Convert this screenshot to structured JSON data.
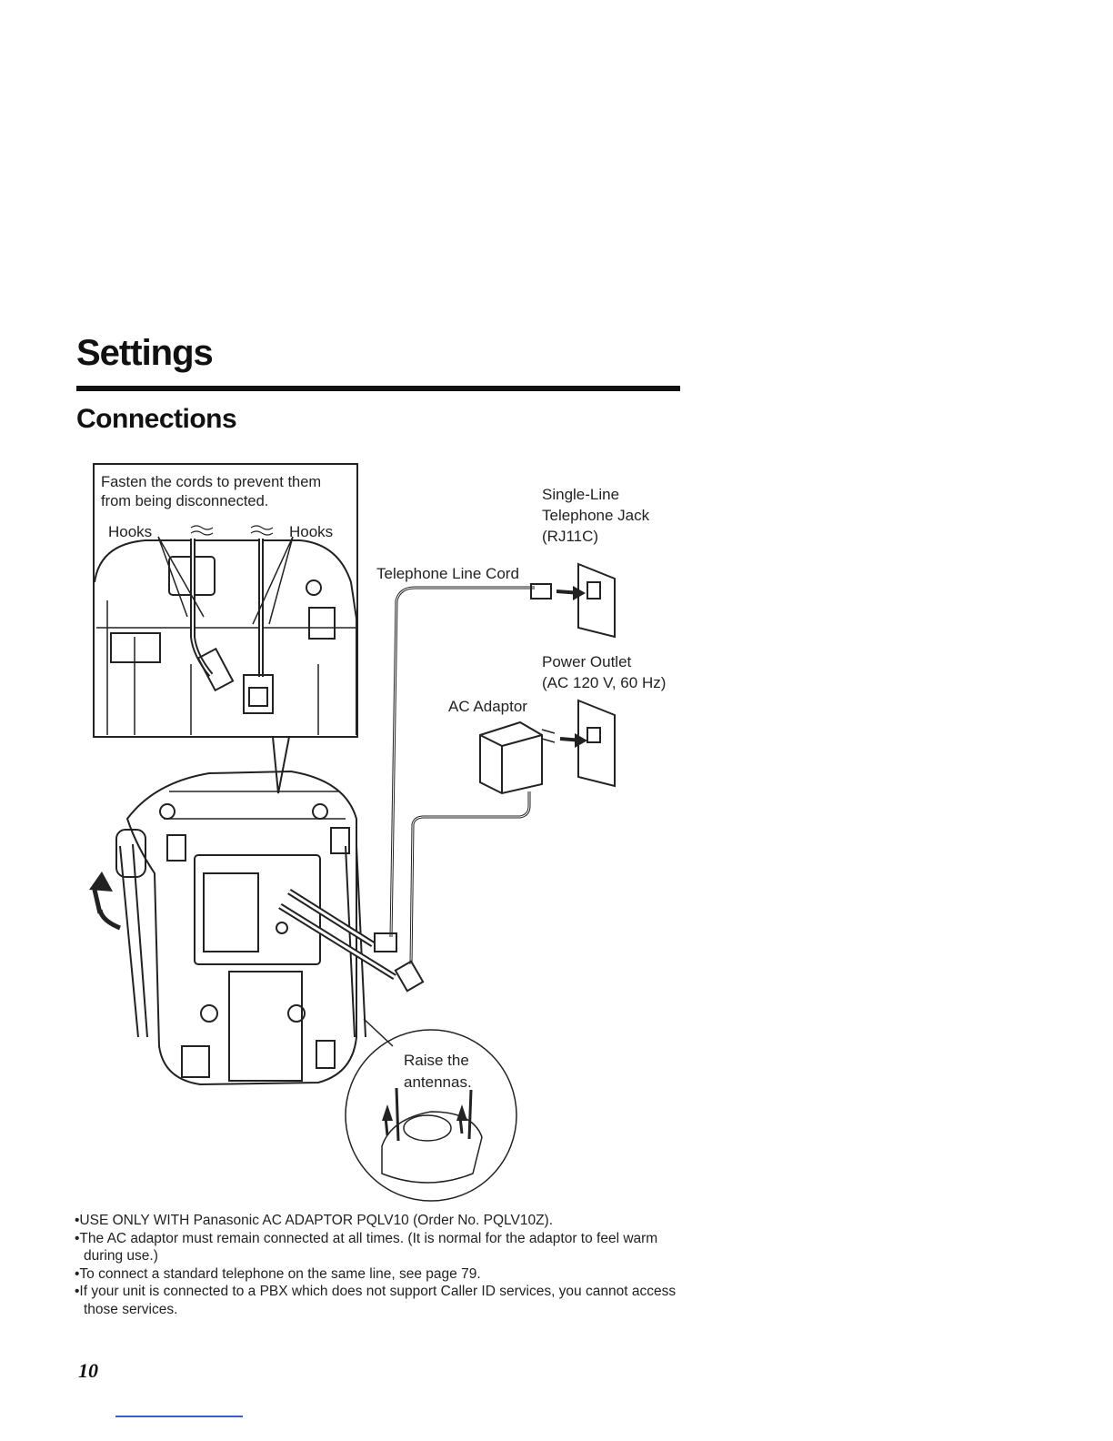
{
  "page": {
    "section_title": "Settings",
    "subsection_title": "Connections",
    "page_number": "10"
  },
  "diagram": {
    "inset_note_line1": "Fasten the cords to prevent  them",
    "inset_note_line2": "from being disconnected.",
    "hooks_left": "Hooks",
    "hooks_right": "Hooks",
    "jack_line1": "Single-Line",
    "jack_line2": "Telephone Jack",
    "jack_line3": "(RJ11C)",
    "cord_label": "Telephone Line Cord",
    "outlet_line1": "Power Outlet",
    "outlet_line2": "(AC 120 V, 60 Hz)",
    "adaptor_label": "AC Adaptor",
    "antenna_line1": "Raise the",
    "antenna_line2": "antennas."
  },
  "notes": [
    "•USE ONLY WITH Panasonic AC ADAPTOR PQLV10 (Order No. PQLV10Z).",
    "•The AC adaptor must remain connected at all times. (It is normal for the adaptor to feel warm during use.)",
    "•To connect a standard telephone on the same line, see page 79.",
    "•If your unit is connected to a PBX which does not support Caller ID services, you cannot access those services."
  ]
}
